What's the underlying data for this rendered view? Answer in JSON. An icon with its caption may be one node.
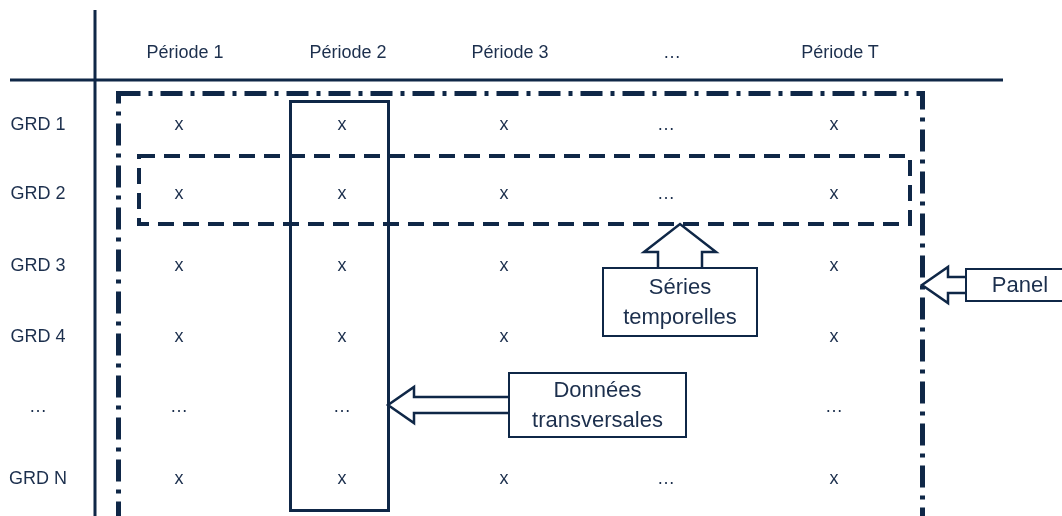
{
  "diagram": {
    "nodes": [
      {
        "text": [],
        "shape": "box"
      },
      {
        "text": [],
        "shape": "box",
        "in": 0
      },
      {
        "text": [],
        "shape": "box",
        "in": 0
      },
      {
        "text": [
          "Séries temporelles"
        ],
        "in": 0
      },
      {
        "text": [
          "Données transversales"
        ],
        "in": 0
      },
      {
        "text": [
          "Panel"
        ]
      }
    ],
    "edges": [
      {
        "from": 3,
        "to": 2,
        "arrow": "to"
      },
      {
        "from": 4,
        "to": 1,
        "arrow": "to"
      },
      {
        "from": 5,
        "to": 0,
        "arrow": "to"
      }
    ],
    "labels": [
      "Période 1",
      "Période 2",
      "Période 3",
      "…",
      "Période T",
      "GRD 1",
      "x",
      "x",
      "x",
      "…",
      "x",
      "GRD 2",
      "x",
      "x",
      "x",
      "…",
      "x",
      "GRD 3",
      "x",
      "x",
      "x",
      "x",
      "GRD 4",
      "x",
      "x",
      "x",
      "x",
      "…",
      "…",
      "…",
      "…",
      "GRD N",
      "x",
      "x",
      "x",
      "…",
      "x"
    ]
  }
}
